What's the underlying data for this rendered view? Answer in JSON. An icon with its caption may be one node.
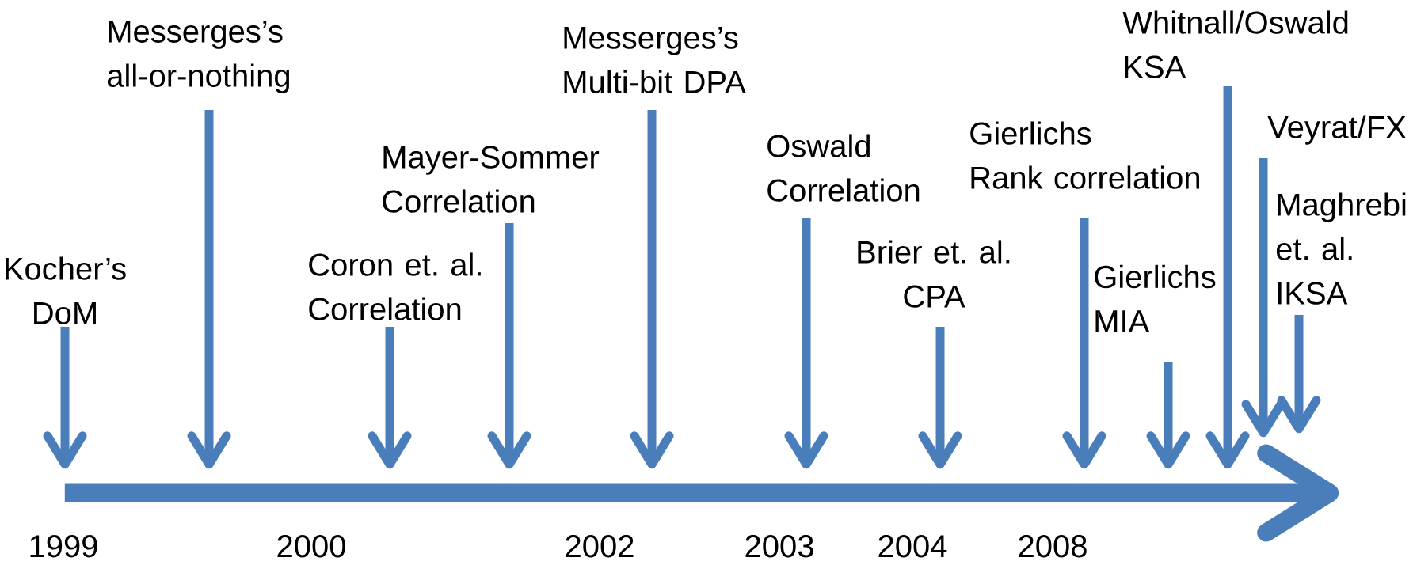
{
  "diagram": {
    "nodes": [
      {
        "text": [
          "Kocher’s",
          "DoM"
        ]
      },
      {
        "text": [
          "Messerges’s",
          "all-or-nothing"
        ]
      },
      {
        "text": [
          "Coron et. al.",
          "Correlation"
        ]
      },
      {
        "text": [
          "Mayer-Sommer",
          "Correlation"
        ]
      },
      {
        "text": [
          "Messerges’s",
          "Multi-bit DPA"
        ]
      },
      {
        "text": [
          "Oswald",
          "Correlation"
        ]
      },
      {
        "text": [
          "Brier et. al.",
          "CPA"
        ]
      },
      {
        "text": [
          "Gierlichs",
          "Rank correlation"
        ]
      },
      {
        "text": [
          "Gierlichs",
          "MIA"
        ]
      },
      {
        "text": [
          "Whitnall/Oswald",
          "KSA"
        ]
      },
      {
        "text": [
          "Veyrat/FX"
        ]
      },
      {
        "text": [
          "Maghrebi et. al.",
          "IKSA"
        ]
      },
      {
        "text": [],
        "shape": "arrow"
      }
    ],
    "edges": [
      {
        "from": 0,
        "to": 12,
        "arrow": "to"
      },
      {
        "from": 1,
        "to": 12,
        "arrow": "to"
      },
      {
        "from": 2,
        "to": 12,
        "arrow": "to"
      },
      {
        "from": 3,
        "to": 12,
        "arrow": "to"
      },
      {
        "from": 4,
        "to": 12,
        "arrow": "to"
      },
      {
        "from": 5,
        "to": 12,
        "arrow": "to"
      },
      {
        "from": 6,
        "to": 12,
        "arrow": "to"
      },
      {
        "from": 7,
        "to": 12,
        "arrow": "to"
      },
      {
        "from": 8,
        "to": 12,
        "arrow": "to"
      },
      {
        "from": 9,
        "to": 12,
        "arrow": "to"
      },
      {
        "from": 10,
        "to": 12,
        "arrow": "to"
      },
      {
        "from": 11,
        "to": 12,
        "arrow": "to"
      }
    ],
    "labels": [
      "1999",
      "2000",
      "2002",
      "2003",
      "2004",
      "2008"
    ]
  }
}
